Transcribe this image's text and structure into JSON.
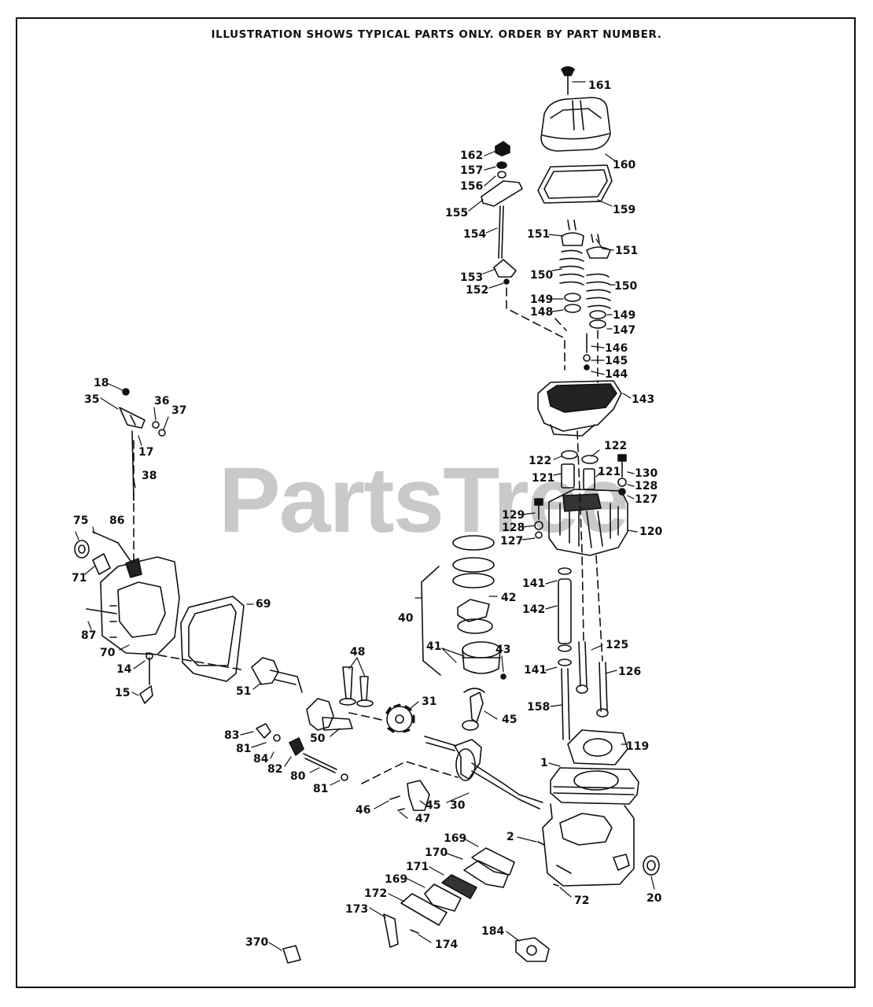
{
  "header": {
    "text": "ILLUSTRATION SHOWS TYPICAL PARTS ONLY. ORDER BY PART NUMBER."
  },
  "watermark": {
    "text": "PartsTree"
  },
  "parts": [
    {
      "id": "161",
      "label": "161"
    },
    {
      "id": "162",
      "label": "162"
    },
    {
      "id": "157",
      "label": "157"
    },
    {
      "id": "160",
      "label": "160"
    },
    {
      "id": "156",
      "label": "156"
    },
    {
      "id": "155",
      "label": "155"
    },
    {
      "id": "159",
      "label": "159"
    },
    {
      "id": "154",
      "label": "154"
    },
    {
      "id": "151a",
      "label": "151"
    },
    {
      "id": "151b",
      "label": "151"
    },
    {
      "id": "150a",
      "label": "150"
    },
    {
      "id": "150b",
      "label": "150"
    },
    {
      "id": "153",
      "label": "153"
    },
    {
      "id": "152",
      "label": "152"
    },
    {
      "id": "149a",
      "label": "149"
    },
    {
      "id": "148",
      "label": "148"
    },
    {
      "id": "149b",
      "label": "149"
    },
    {
      "id": "147",
      "label": "147"
    },
    {
      "id": "146",
      "label": "146"
    },
    {
      "id": "145",
      "label": "145"
    },
    {
      "id": "144",
      "label": "144"
    },
    {
      "id": "143",
      "label": "143"
    },
    {
      "id": "18",
      "label": "18"
    },
    {
      "id": "35",
      "label": "35"
    },
    {
      "id": "36",
      "label": "36"
    },
    {
      "id": "37",
      "label": "37"
    },
    {
      "id": "17",
      "label": "17"
    },
    {
      "id": "122a",
      "label": "122"
    },
    {
      "id": "122b",
      "label": "122"
    },
    {
      "id": "121a",
      "label": "121"
    },
    {
      "id": "121b",
      "label": "121"
    },
    {
      "id": "130",
      "label": "130"
    },
    {
      "id": "128a",
      "label": "128"
    },
    {
      "id": "127a",
      "label": "127"
    },
    {
      "id": "38",
      "label": "38"
    },
    {
      "id": "129",
      "label": "129"
    },
    {
      "id": "128b",
      "label": "128"
    },
    {
      "id": "127b",
      "label": "127"
    },
    {
      "id": "120",
      "label": "120"
    },
    {
      "id": "75",
      "label": "75"
    },
    {
      "id": "86",
      "label": "86"
    },
    {
      "id": "71",
      "label": "71"
    },
    {
      "id": "141a",
      "label": "141"
    },
    {
      "id": "142",
      "label": "142"
    },
    {
      "id": "42",
      "label": "42"
    },
    {
      "id": "69",
      "label": "69"
    },
    {
      "id": "40",
      "label": "40"
    },
    {
      "id": "87",
      "label": "87"
    },
    {
      "id": "70",
      "label": "70"
    },
    {
      "id": "41",
      "label": "41"
    },
    {
      "id": "43",
      "label": "43"
    },
    {
      "id": "125",
      "label": "125"
    },
    {
      "id": "48",
      "label": "48"
    },
    {
      "id": "14",
      "label": "14"
    },
    {
      "id": "141b",
      "label": "141"
    },
    {
      "id": "126",
      "label": "126"
    },
    {
      "id": "15",
      "label": "15"
    },
    {
      "id": "51",
      "label": "51"
    },
    {
      "id": "31",
      "label": "31"
    },
    {
      "id": "158",
      "label": "158"
    },
    {
      "id": "45a",
      "label": "45"
    },
    {
      "id": "83",
      "label": "83"
    },
    {
      "id": "50",
      "label": "50"
    },
    {
      "id": "119",
      "label": "119"
    },
    {
      "id": "81a",
      "label": "81"
    },
    {
      "id": "84",
      "label": "84"
    },
    {
      "id": "1",
      "label": "1"
    },
    {
      "id": "82",
      "label": "82"
    },
    {
      "id": "80",
      "label": "80"
    },
    {
      "id": "81b",
      "label": "81"
    },
    {
      "id": "46",
      "label": "46"
    },
    {
      "id": "45b",
      "label": "45"
    },
    {
      "id": "30",
      "label": "30"
    },
    {
      "id": "47",
      "label": "47"
    },
    {
      "id": "2",
      "label": "2"
    },
    {
      "id": "169a",
      "label": "169"
    },
    {
      "id": "170",
      "label": "170"
    },
    {
      "id": "171",
      "label": "171"
    },
    {
      "id": "169b",
      "label": "169"
    },
    {
      "id": "20",
      "label": "20"
    },
    {
      "id": "72",
      "label": "72"
    },
    {
      "id": "172",
      "label": "172"
    },
    {
      "id": "173",
      "label": "173"
    },
    {
      "id": "184",
      "label": "184"
    },
    {
      "id": "370",
      "label": "370"
    },
    {
      "id": "174",
      "label": "174"
    }
  ]
}
